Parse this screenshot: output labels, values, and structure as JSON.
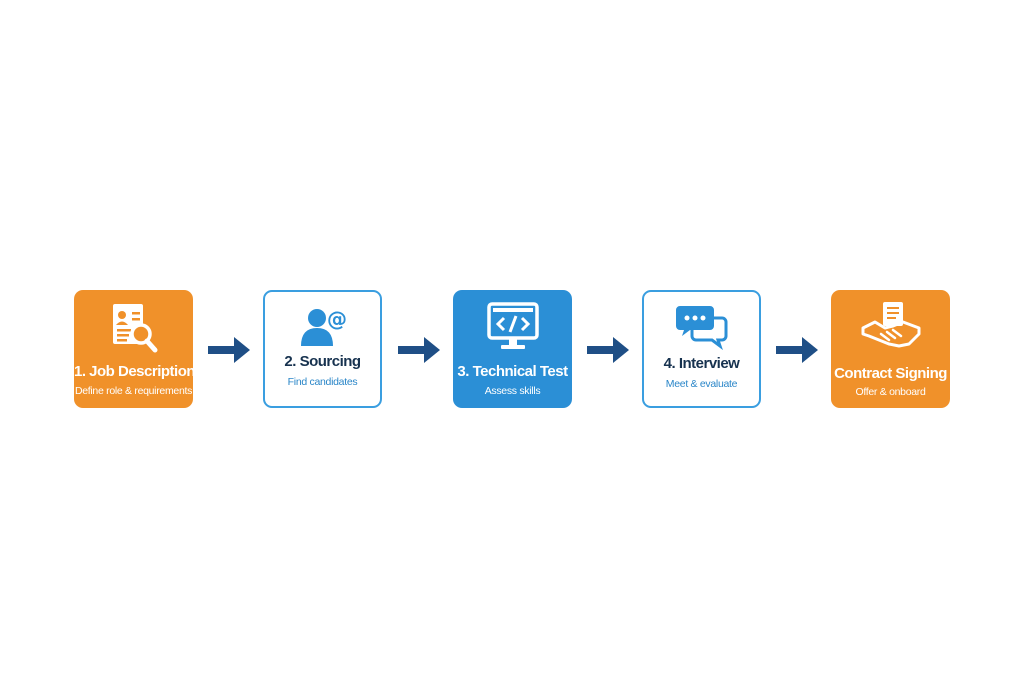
{
  "colors": {
    "orange": "#f0912a",
    "blue": "#2b8fd6",
    "outline_blue": "#3a9ee0",
    "arrow": "#1f4f86",
    "text_dark": "#17324f"
  },
  "steps": [
    {
      "title": "1. Job Description",
      "subtitle": "Define role & requirements",
      "icon": "resume-search-icon",
      "style": "filled-orange"
    },
    {
      "title": "2. Sourcing",
      "subtitle": "Find candidates",
      "icon": "user-at-icon",
      "style": "outline"
    },
    {
      "title": "3. Technical Test",
      "subtitle": "Assess skills",
      "icon": "code-monitor-icon",
      "style": "filled-blue"
    },
    {
      "title": "4. Interview",
      "subtitle": "Meet & evaluate",
      "icon": "chat-bubbles-icon",
      "style": "outline"
    },
    {
      "title": "Contract Signing",
      "subtitle": "Offer & onboard",
      "icon": "handshake-document-icon",
      "style": "filled-orange"
    }
  ],
  "connectors": [
    "arrow-right-icon",
    "arrow-right-icon",
    "arrow-right-icon",
    "arrow-right-icon"
  ]
}
